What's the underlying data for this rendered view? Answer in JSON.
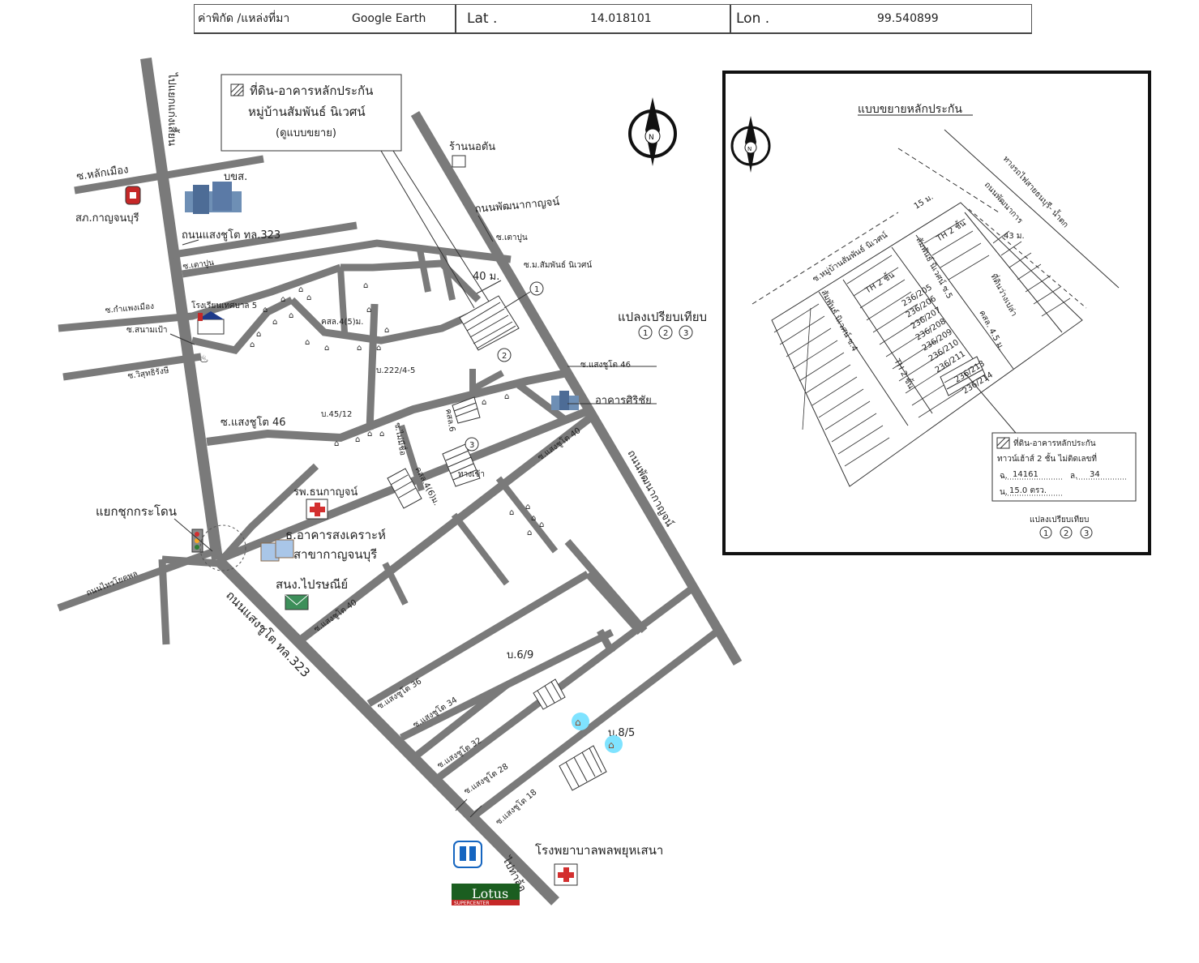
{
  "coords": {
    "label": "ค่าพิกัด /แหล่งที่มา",
    "source": "Google Earth",
    "lat_label": "Lat .",
    "lat": "14.018101",
    "lon_label": "Lon .",
    "lon": "99.540899"
  },
  "legend": {
    "line1": "ที่ดิน-อาคารหลักประกัน",
    "line2": "หมู่บ้านสัมพันธ์ นิเวศน์",
    "line3": "(ดูแบบขยาย)"
  },
  "roads": {
    "left_top": "ไปแยกแก่งเสี้ยน",
    "lakmuang": "ซ.หลักเมือง",
    "saengchuto_323": "ถนนแสงชูโต ทล.323",
    "saengchuto_323_main": "ถนนแสงชูโต ทล.323",
    "taopoon": "ซ.เตาปูน",
    "taopoon2": "ซ.เตาปูน",
    "kamphaeng": "ซ.กำแพงเมือง",
    "sanampao": "ซ.สนามเป้า",
    "wisut": "ซ.วิสุทธิรังษี",
    "saeng46_left": "ซ.แสงชูโต 46",
    "saeng46_right": "ซ.แสงชูโต 46",
    "saeng40_right": "ซ.แสงชูโต 40",
    "saeng40_left": "ซ.แสงชูโต 40",
    "saeng36": "ซ.แสงชูโต 36",
    "saeng34": "ซ.แสงชูโต 34",
    "saeng32": "ซ.แสงชูโต 32",
    "saeng28": "ซ.แสงชูโต 28",
    "saeng18": "ซ.แสงชูโต 18",
    "phatthana_top": "ถนนพัฒนากาญจน์",
    "phatthana_right": "ถนนพัฒนากาญจน์",
    "to_thalo": "ไปท่าล้อ",
    "to_sai_yok": "ถนนไทรโยคพล",
    "samphan": "ซ.ม.สัมพันธ์ นิเวศน์",
    "maemiao": "ซ.ไม่มีชื่อ",
    "ksl4": "คสล.4(5)ม.",
    "ksl4b": "คสล.4(6)ม.",
    "b222": "บ.222/4-5",
    "b45": "บ.45/12",
    "dist40": "40 ม.",
    "ksl_6": "คสล.6",
    "kansao": "ทางเข้า"
  },
  "places": {
    "ronnodtan": "ร้านนอตัน",
    "boksor": "บขส.",
    "police": "สภ.กาญจนบุรี",
    "school": "โรงเรียนเทศบาล 5",
    "sirichai": "อาคารศิริชัย",
    "hospital": "รพ.ธนกาญจน์",
    "bank_line1": "ธ.อาคารสงเคราะห์",
    "bank_line2": "สาขากาญจนบุรี",
    "post": "สนง.ไปรษณีย์",
    "intersection": "แยกชุกกระโดน",
    "b69": "บ.6/9",
    "b85": "บ.8/5",
    "army_hospital": "โรงพยาบาลพลพยุหเสนา",
    "lotus": "Lotus",
    "lotus_sub": "SUPERCENTER"
  },
  "compare": {
    "title": "แปลงเปรียบเทียบ",
    "markers": [
      "1",
      "2",
      "3"
    ]
  },
  "inset": {
    "title": "แบบขยายหลักประกัน",
    "road_village": "ซ.หมู่บ้านสัมพันธ์ นิเวศน์",
    "railway": "ทางรถไฟสายธนบุรี- น้ำตก",
    "phatthana": "ถนนพัฒนาการ",
    "dist15": "15 ม.",
    "dist43": "43 ม.",
    "th2_a": "TH 2 ชั้น",
    "th2_b": "TH 2 ชั้น",
    "th2_c": "TH 2 ชั้น",
    "samphan5": "สัมพันธ์ นิเวศน์ ซ.5",
    "samphan4": "สัมพันธ์ นิเวศน์ ซ.4",
    "empty": "ที่ดินว่างเปล่า",
    "ksl": "คสล. 4.5 ม.",
    "units": [
      "236/205",
      "236/206",
      "236/207",
      "236/208",
      "236/209",
      "236/210",
      "236/211",
      "236/213",
      "236/214"
    ],
    "legend_line1": "ที่ดิน-อาคารหลักประกัน",
    "legend_line2": "ทาวน์เฮ้าส์ 2 ชั้น ไม่ติดเลขที่",
    "deed_label": "ฉ.",
    "deed_no": "14161",
    "plot_label": "ล.",
    "plot_no": "34",
    "area_label": "น.",
    "area": "15.0 ตรว.",
    "compare_title": "แปลงเปรียบเทียบ",
    "compare_markers": [
      "1",
      "2",
      "3"
    ]
  }
}
